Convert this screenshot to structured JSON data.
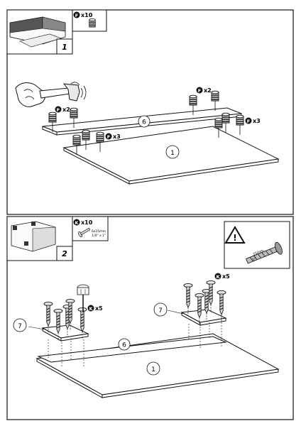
{
  "step1": {
    "number": "1",
    "parts": {
      "letter": "F",
      "qty": "x10"
    },
    "callouts": {
      "f_upper": {
        "letter": "F",
        "qty": "x2"
      },
      "f_left": {
        "letter": "F",
        "qty": "x2"
      },
      "f_mid": {
        "letter": "F",
        "qty": "x3"
      },
      "f_right": {
        "letter": "F",
        "qty": "x3"
      }
    },
    "boards": {
      "panel": "1",
      "rail": "6"
    }
  },
  "step2": {
    "number": "2",
    "parts": {
      "letter": "K",
      "qty": "x10",
      "size_metric": "6x25mm",
      "size_imperial": "1/4\" x 1\""
    },
    "warning": {
      "length_metric": "25mm",
      "length_imperial": "1\""
    },
    "callouts": {
      "k_left": {
        "letter": "K",
        "qty": "x5"
      },
      "k_right": {
        "letter": "K",
        "qty": "x5"
      }
    },
    "boards": {
      "panel": "1",
      "rail": "6",
      "plate_left": "7",
      "plate_right": "7"
    }
  }
}
